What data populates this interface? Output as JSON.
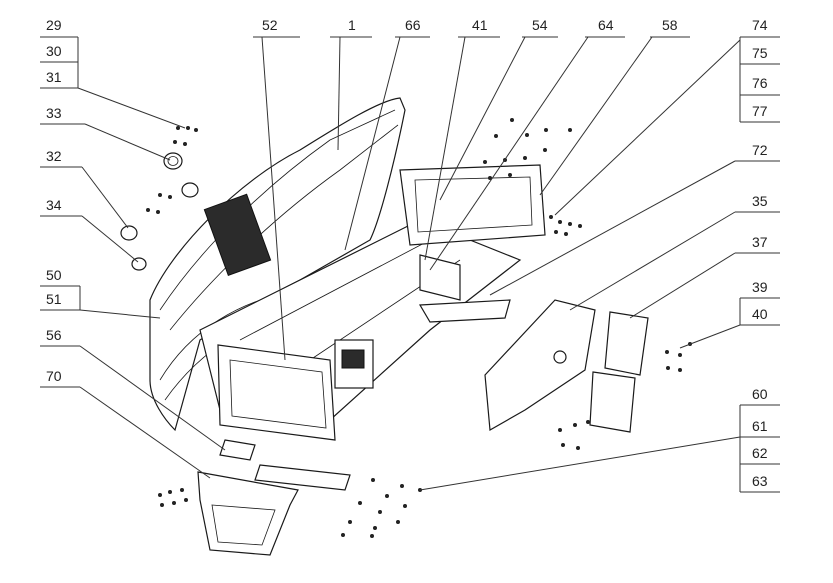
{
  "callouts": {
    "c29": "29",
    "c30": "30",
    "c31": "31",
    "c33": "33",
    "c32": "32",
    "c34": "34",
    "c50": "50",
    "c51": "51",
    "c56": "56",
    "c70": "70",
    "c52": "52",
    "c1": "1",
    "c66": "66",
    "c41": "41",
    "c54": "54",
    "c64": "64",
    "c58": "58",
    "c74": "74",
    "c75": "75",
    "c76": "76",
    "c77": "77",
    "c72": "72",
    "c35": "35",
    "c37": "37",
    "c39": "39",
    "c40": "40",
    "c60": "60",
    "c61": "61",
    "c62": "62",
    "c63": "63"
  }
}
